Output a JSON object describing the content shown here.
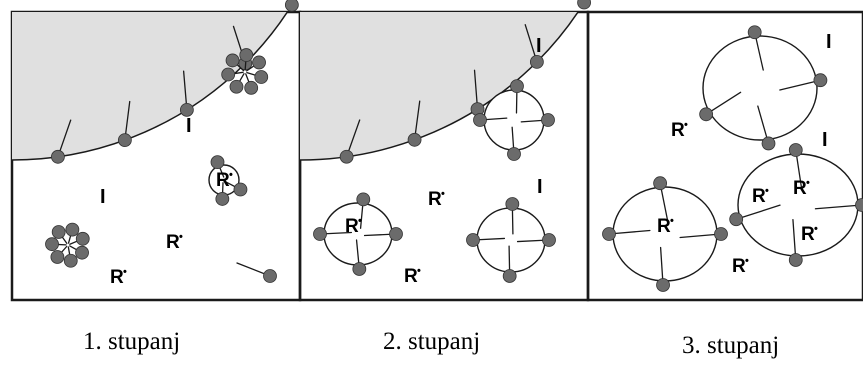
{
  "panels": [
    {
      "caption": "1. stupanj"
    },
    {
      "caption": "2. stupanj"
    },
    {
      "caption": "3. stupanj"
    }
  ],
  "labels": {
    "initiator": "I",
    "radical": "R",
    "radical_dot": "•"
  },
  "colors": {
    "frame": "#1a1a1a",
    "particle_fill": "#e0e0e0",
    "bead": "#6b6b6b",
    "line": "#1a1a1a"
  }
}
